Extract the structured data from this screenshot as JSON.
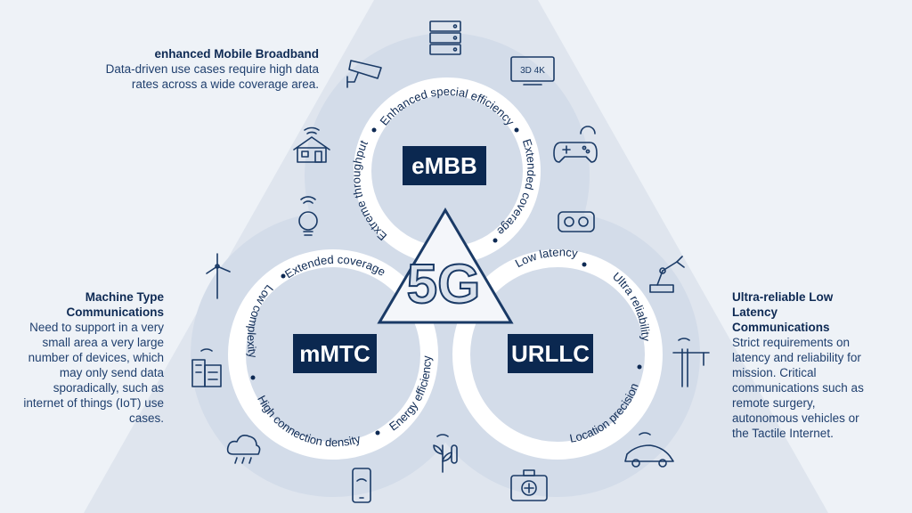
{
  "embb": {
    "title": "enhanced Mobile Broadband",
    "description": "Data-driven use cases require high data rates across a wide coverage area.",
    "label": "eMBB",
    "ring_texts": [
      "Enhanced special efficiency",
      "Extended coverage",
      "Extreme throughput"
    ]
  },
  "mmtc": {
    "title": "Machine Type Communications",
    "description": "Need to support in a very small area a very large number of devices, which may only send data sporadically, such as internet of things (IoT) use cases.",
    "label": "mMTC",
    "ring_texts": [
      "Extended coverage",
      "Low complexity",
      "High connection density",
      "Energy efficiency"
    ]
  },
  "urllc": {
    "title": "Ultra-reliable Low Latency Communications",
    "description": "Strict requirements on latency and reliability for mission. Critical communications such as remote surgery, autonomous vehicles or the Tactile Internet.",
    "label": "URLLC",
    "ring_texts": [
      "Low latency",
      "Ultra reliability",
      "Location precision"
    ]
  },
  "center": {
    "label": "5G"
  },
  "icons": {
    "server": "server-icon",
    "tv": "tv-3d-4k-icon",
    "tv_text": "3D 4K",
    "camera": "security-camera-icon",
    "house": "smart-home-icon",
    "gamepad": "gamepad-icon",
    "vr": "vr-headset-icon",
    "bulb": "light-bulb-icon",
    "turbine": "wind-turbine-icon",
    "robot": "robot-arm-icon",
    "building": "smart-building-icon",
    "crane": "crane-icon",
    "cloud": "weather-cloud-icon",
    "car": "autonomous-car-icon",
    "plant": "smart-agriculture-icon",
    "phone": "smartphone-icon",
    "medkit": "medical-kit-icon"
  },
  "colors": {
    "navy": "#0b2850",
    "ring": "#ffffff",
    "bg": "#eef2f7",
    "circle": "#d3dce9",
    "triangle": "#dfe5ee"
  }
}
